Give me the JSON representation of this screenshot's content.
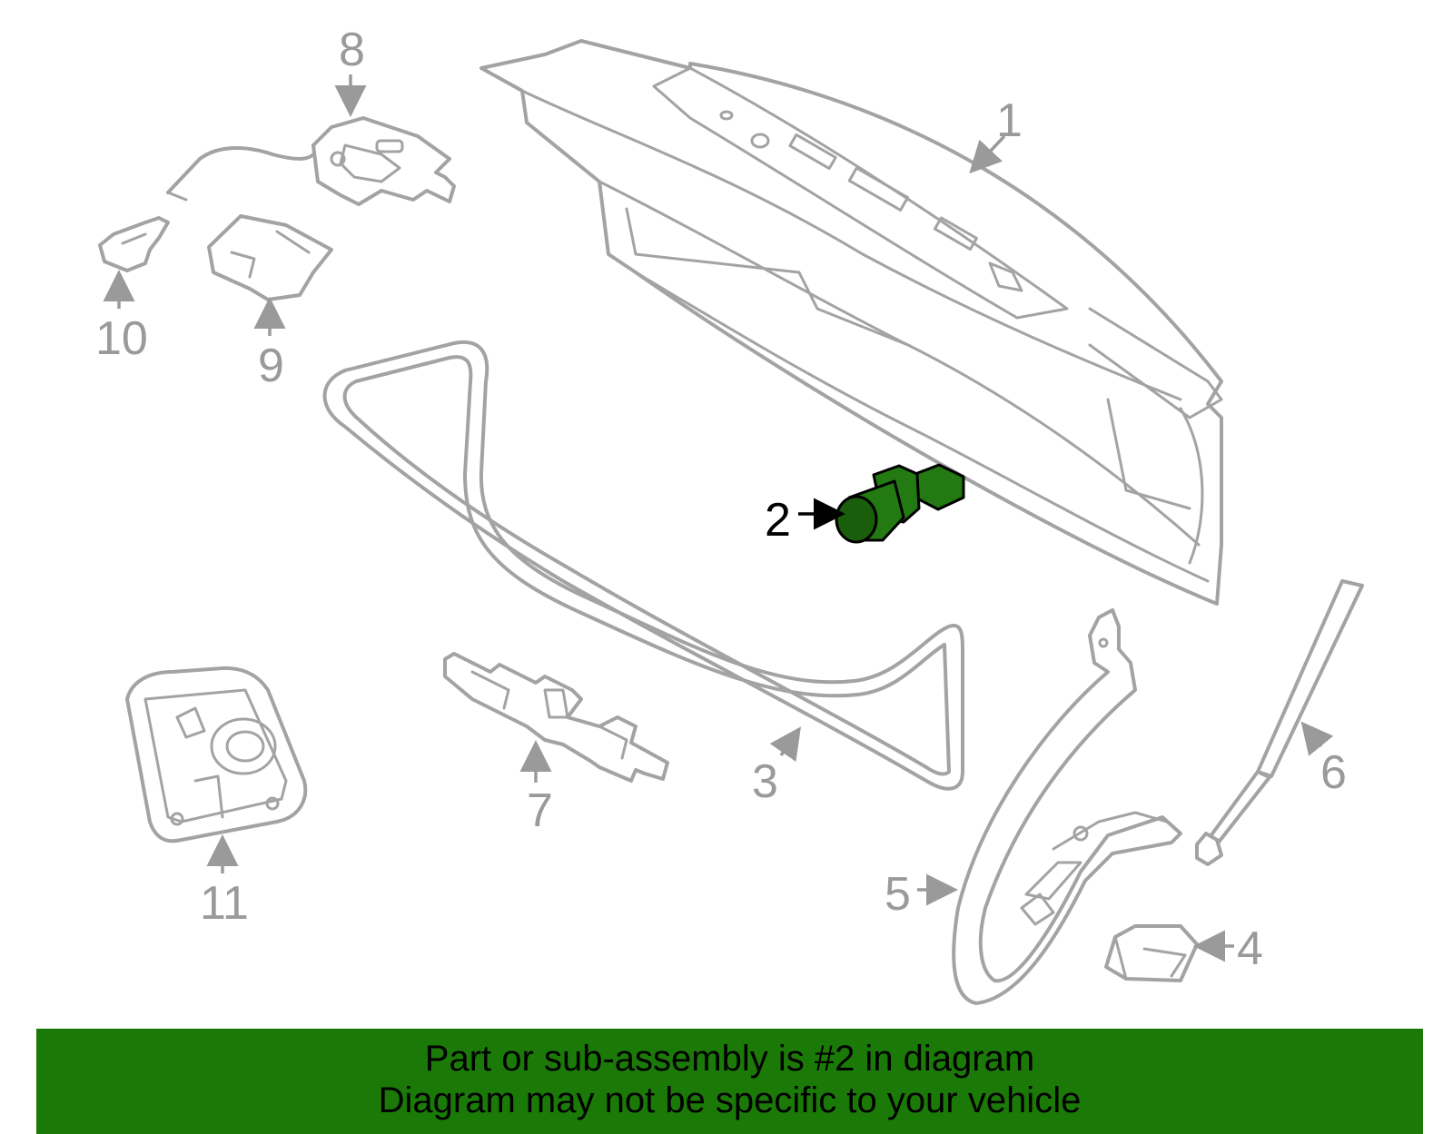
{
  "callouts": {
    "c1": "1",
    "c2": "2",
    "c3": "3",
    "c4": "4",
    "c5": "5",
    "c6": "6",
    "c7": "7",
    "c8": "8",
    "c9": "9",
    "c10": "10",
    "c11": "11"
  },
  "highlighted_part": "2",
  "colors": {
    "highlight": "#237a12",
    "banner": "#1b7a07",
    "line_art": "#a3a3a3"
  },
  "banner": {
    "line1": "Part or sub-assembly is #2 in diagram",
    "line2": "Diagram may not be specific to your vehicle"
  }
}
